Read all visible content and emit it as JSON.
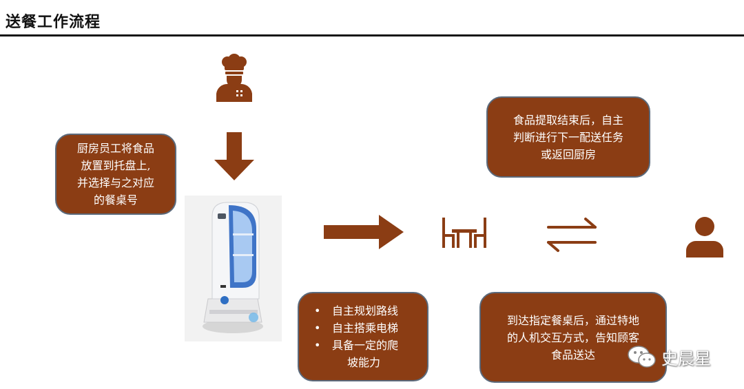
{
  "title": "送餐工作流程",
  "colors": {
    "box_fill": "#8b3d14",
    "box_border": "#5b6a7c",
    "icon_color": "#8b3d14",
    "title_rule": "#111111"
  },
  "icons": {
    "chef": "chef-icon",
    "down_arrow": "arrow-down-icon",
    "right_arrow": "arrow-right-icon",
    "table": "dining-table-icon",
    "swap": "swap-arrows-icon",
    "customer": "person-icon",
    "robot": "delivery-robot-photo"
  },
  "boxes": {
    "kitchen": [
      "厨房员工将食品",
      "放置到托盘上,",
      "并选择与之对应",
      "的餐桌号"
    ],
    "after_pickup": [
      "食品提取结束后，自主",
      "判断进行下一配送任务",
      "或返回厨房"
    ],
    "robot_features": {
      "items": [
        "自主规划路线",
        "自主搭乘电梯",
        "具备一定的爬"
      ],
      "continuation": "坡能力"
    },
    "arrival": [
      "到达指定餐桌后，通过特地",
      "的人机交互方式，告知顾客",
      "食品送达"
    ]
  },
  "watermark": "史晨星"
}
